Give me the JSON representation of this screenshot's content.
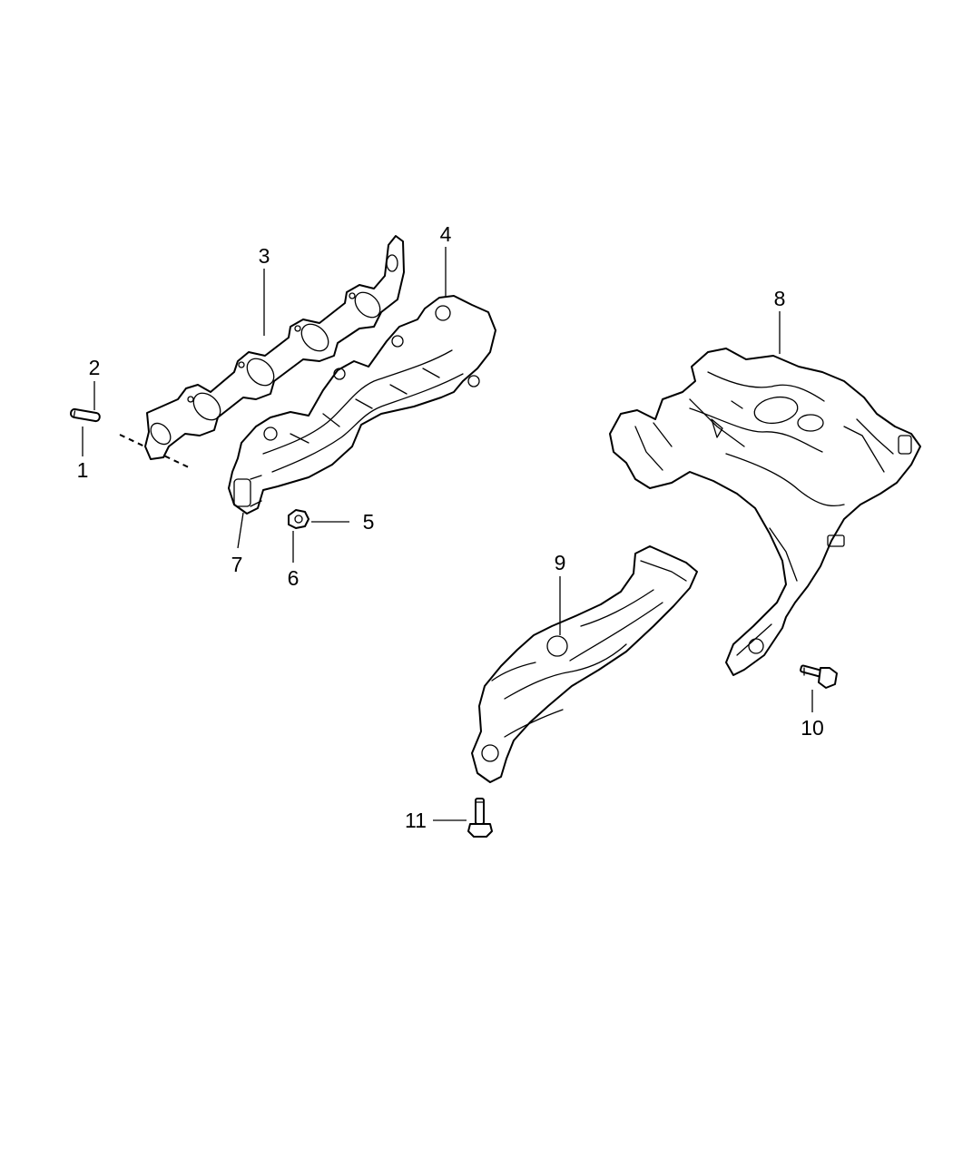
{
  "callouts": {
    "c1": "1",
    "c2": "2",
    "c3": "3",
    "c4": "4",
    "c5": "5",
    "c6": "6",
    "c7": "7",
    "c8": "8",
    "c9": "9",
    "c10": "10",
    "c11": "11"
  },
  "parts": [
    {
      "callout": "1",
      "icon": "dowel-pin-icon"
    },
    {
      "callout": "2",
      "icon": "dowel-pin-icon"
    },
    {
      "callout": "3",
      "icon": "gasket-icon"
    },
    {
      "callout": "4",
      "icon": "exhaust-manifold-icon"
    },
    {
      "callout": "5",
      "icon": "nut-icon"
    },
    {
      "callout": "6",
      "icon": "nut-icon"
    },
    {
      "callout": "7",
      "icon": "exhaust-manifold-icon"
    },
    {
      "callout": "8",
      "icon": "heat-shield-icon"
    },
    {
      "callout": "9",
      "icon": "heat-shield-icon"
    },
    {
      "callout": "10",
      "icon": "bolt-icon"
    },
    {
      "callout": "11",
      "icon": "bolt-icon"
    }
  ]
}
